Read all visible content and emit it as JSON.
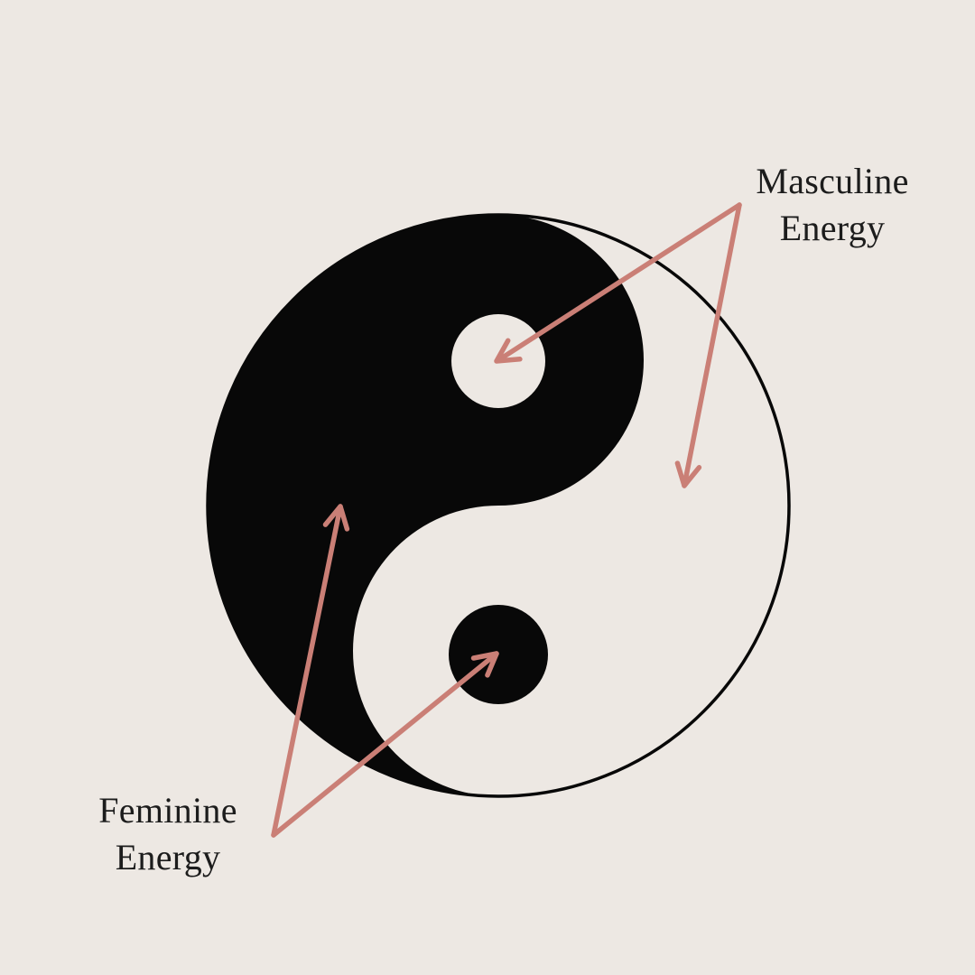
{
  "diagram": {
    "type": "yin-yang-energy-diagram",
    "symbol": "yin-yang",
    "colors": {
      "background": "#ede8e3",
      "yin_black": "#080808",
      "yang_light": "#ede8e3",
      "arrow": "#ca7f76",
      "text": "#1c1c1c"
    },
    "labels": {
      "masculine": {
        "line1": "Masculine",
        "line2": "Energy"
      },
      "feminine": {
        "line1": "Feminine",
        "line2": "Energy"
      }
    }
  }
}
